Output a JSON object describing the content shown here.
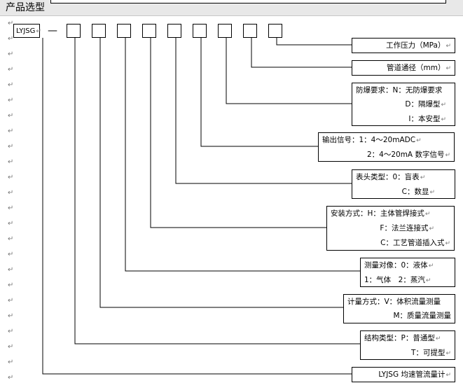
{
  "title": "产品选型",
  "paragraph_mark": "↵",
  "code_label": "LYJSG",
  "dash": "—",
  "slot_count": 9,
  "boxes": [
    {
      "id": "pressure",
      "lines": [
        "工作压力（MPa）"
      ]
    },
    {
      "id": "diameter",
      "lines": [
        "管道通径（mm）"
      ]
    },
    {
      "id": "explosion",
      "lines": [
        "防爆要求：N：无防爆要求",
        "D：隔爆型",
        "I：本安型"
      ]
    },
    {
      "id": "output",
      "lines": [
        "输出信号：1：4～20mADC",
        "2：4～20mA 数字信号"
      ]
    },
    {
      "id": "meterhead",
      "lines": [
        "表头类型：0：盲表",
        "C：数显"
      ]
    },
    {
      "id": "install",
      "lines": [
        "安装方式：H：主体管焊接式",
        "F：法兰连接式",
        "C：工艺管道插入式"
      ]
    },
    {
      "id": "medium",
      "lines": [
        "测量对像：0：液体",
        "1：气体　2：蒸汽"
      ]
    },
    {
      "id": "metering",
      "lines": [
        "计量方式：V：体积流量测量",
        "M：质量流量测量"
      ]
    },
    {
      "id": "structure",
      "lines": [
        "结构类型：P：普通型",
        "T：可提型"
      ]
    },
    {
      "id": "name",
      "lines": [
        "LYJSG 均速管流量计"
      ]
    }
  ]
}
